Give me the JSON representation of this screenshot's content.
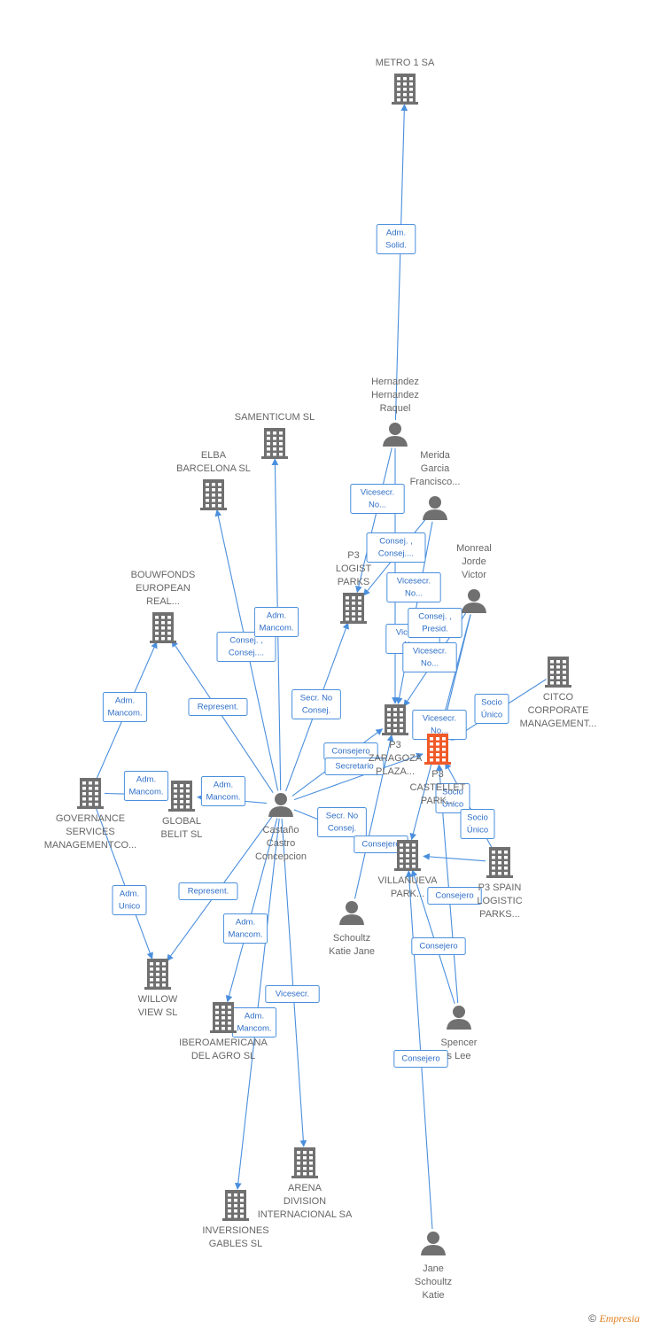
{
  "nodes": [
    {
      "id": "metro",
      "kind": "company",
      "label": [
        "METRO 1 SA"
      ]
    },
    {
      "id": "samenticum",
      "kind": "company",
      "label": [
        "SAMENTICUM SL"
      ]
    },
    {
      "id": "elba",
      "kind": "company",
      "label": [
        "ELBA",
        "BARCELONA SL"
      ]
    },
    {
      "id": "bouwfonds",
      "kind": "company",
      "label": [
        "BOUWFONDS",
        "EUROPEAN",
        "REAL..."
      ]
    },
    {
      "id": "p3log",
      "kind": "company",
      "label": [
        "P3",
        "LOGIST",
        "PARKS"
      ]
    },
    {
      "id": "p3zar",
      "kind": "company",
      "label": [
        "P3",
        "ZARAGOZA",
        "PLAZA..."
      ]
    },
    {
      "id": "p3cast",
      "kind": "company",
      "highlight": true,
      "label": [
        "P3",
        "CASTELLET",
        "PARK..."
      ]
    },
    {
      "id": "citco",
      "kind": "company",
      "label": [
        "CITCO",
        "CORPORATE",
        "MANAGEMENT..."
      ]
    },
    {
      "id": "governance",
      "kind": "company",
      "label": [
        "GOVERNANCE",
        "SERVICES",
        "MANAGEMENTCO..."
      ]
    },
    {
      "id": "globalbelit",
      "kind": "company",
      "label": [
        "GLOBAL",
        "BELIT SL"
      ]
    },
    {
      "id": "villanueva",
      "kind": "company",
      "label": [
        "VILLANUEVA",
        "PARK..."
      ]
    },
    {
      "id": "p3spain",
      "kind": "company",
      "label": [
        "P3 SPAIN",
        "LOGISTIC",
        "PARKS..."
      ]
    },
    {
      "id": "willow",
      "kind": "company",
      "label": [
        "WILLOW",
        "VIEW SL"
      ]
    },
    {
      "id": "ibero",
      "kind": "company",
      "label": [
        "IBEROAMERICANA",
        "DEL AGRO SL"
      ]
    },
    {
      "id": "arena",
      "kind": "company",
      "label": [
        "ARENA",
        "DIVISION",
        "INTERNACIONAL SA"
      ]
    },
    {
      "id": "gables",
      "kind": "company",
      "label": [
        "INVERSIONES",
        "GABLES SL"
      ]
    },
    {
      "id": "hernandez",
      "kind": "person",
      "label": [
        "Hernandez",
        "Hernandez",
        "Raquel"
      ]
    },
    {
      "id": "merida",
      "kind": "person",
      "label": [
        "Merida",
        "Garcia",
        "Francisco..."
      ]
    },
    {
      "id": "monreal",
      "kind": "person",
      "label": [
        "Monreal",
        "Jorde",
        "Victor"
      ]
    },
    {
      "id": "castano",
      "kind": "person",
      "label": [
        "Castaño",
        "Castro",
        "Concepcion"
      ]
    },
    {
      "id": "schoultzkj",
      "kind": "person",
      "label": [
        "Schoultz",
        "Katie Jane"
      ]
    },
    {
      "id": "spencer",
      "kind": "person",
      "label": [
        "Spencer",
        "s Lee"
      ]
    },
    {
      "id": "janesk",
      "kind": "person",
      "label": [
        "Jane",
        "Schoultz",
        "Katie"
      ]
    }
  ],
  "edges": [
    {
      "from": "hernandez",
      "to": "metro",
      "label": [
        "Adm.",
        "Solid."
      ]
    },
    {
      "from": "castano",
      "to": "samenticum",
      "label": [
        "Consej. ,",
        "Consej...."
      ]
    },
    {
      "from": "castano",
      "to": "elba",
      "label": [
        "Adm.",
        "Mancom."
      ]
    },
    {
      "from": "castano",
      "to": "bouwfonds",
      "label": [
        "Represent."
      ]
    },
    {
      "from": "governance",
      "to": "bouwfonds",
      "label": [
        "Adm.",
        "Mancom."
      ]
    },
    {
      "from": "castano",
      "to": "p3log",
      "label": [
        "Secr. No",
        "Consej."
      ]
    },
    {
      "from": "castano",
      "to": "globalbelit",
      "label": [
        "Adm.",
        "Mancom."
      ]
    },
    {
      "from": "governance",
      "to": "globalbelit",
      "label": [
        "Adm.",
        "Mancom."
      ]
    },
    {
      "from": "governance",
      "to": "willow",
      "label": [
        "Adm.",
        "Unico"
      ]
    },
    {
      "from": "castano",
      "to": "willow",
      "label": [
        "Represent."
      ]
    },
    {
      "from": "castano",
      "to": "ibero",
      "label": [
        "Adm.",
        "Mancom."
      ]
    },
    {
      "from": "castano",
      "to": "arena",
      "label": [
        "Vicesecr."
      ]
    },
    {
      "from": "castano",
      "to": "gables",
      "label": [
        "Adm.",
        "Mancom."
      ]
    },
    {
      "from": "castano",
      "to": "p3zar",
      "label": [
        "Consejero"
      ]
    },
    {
      "from": "castano",
      "to": "p3cast",
      "label": [
        "Secretario"
      ]
    },
    {
      "from": "castano",
      "to": "villanueva",
      "label": [
        "Secr. No",
        "Consej."
      ]
    },
    {
      "from": "hernandez",
      "to": "p3log",
      "label": [
        "Vicesecr.",
        "No..."
      ]
    },
    {
      "from": "hernandez",
      "to": "p3zar",
      "label": [
        "Consej. ,",
        "Consej...."
      ]
    },
    {
      "from": "merida",
      "to": "p3log",
      "label": [
        "Vicesecr.",
        "No..."
      ]
    },
    {
      "from": "merida",
      "to": "p3zar",
      "label": [
        "Vicesecr.",
        "No..."
      ]
    },
    {
      "from": "monreal",
      "to": "p3zar",
      "label": [
        "Consej. ,",
        "Presid."
      ]
    },
    {
      "from": "monreal",
      "to": "p3cast",
      "label": [
        "Vicesecr.",
        "No..."
      ]
    },
    {
      "from": "monreal",
      "to": "villanueva",
      "label": [
        "Vicesecr.",
        "No..."
      ]
    },
    {
      "from": "citco",
      "to": "p3cast",
      "label": [
        "Socio",
        "Único"
      ]
    },
    {
      "from": "p3spain",
      "to": "p3cast",
      "label": [
        "Socio",
        "Único"
      ]
    },
    {
      "from": "p3spain",
      "to": "villanueva",
      "label": [
        "Socio",
        "Único"
      ]
    },
    {
      "from": "schoultzkj",
      "to": "p3zar",
      "label": [
        "Consejero"
      ]
    },
    {
      "from": "spencer",
      "to": "p3cast",
      "label": [
        "Consejero"
      ]
    },
    {
      "from": "spencer",
      "to": "villanueva",
      "label": [
        "Consejero"
      ]
    },
    {
      "from": "janesk",
      "to": "villanueva",
      "label": [
        "Consejero"
      ]
    }
  ],
  "watermark": {
    "symbol": "©",
    "brand": "Empresia"
  }
}
